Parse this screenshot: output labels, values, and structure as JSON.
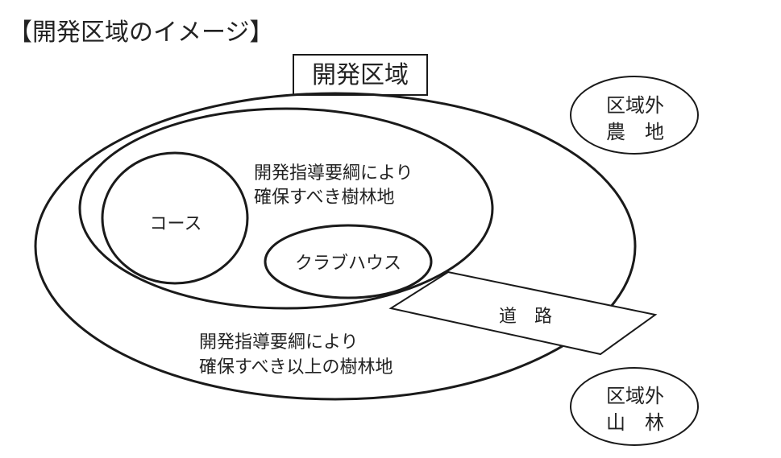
{
  "heading": "【開発区域のイメージ】",
  "box_title": "開発区域",
  "outside_top": {
    "line1": "区域外",
    "line2": "農　地"
  },
  "outside_bottom": {
    "line1": "区域外",
    "line2": "山　林"
  },
  "inner_forest": {
    "line1": "開発指導要綱により",
    "line2": "確保すべき樹林地"
  },
  "course": "コース",
  "clubhouse": "クラブハウス",
  "road": "道　路",
  "outer_forest": {
    "line1": "開発指導要綱により",
    "line2": "確保すべき以上の樹林地"
  }
}
